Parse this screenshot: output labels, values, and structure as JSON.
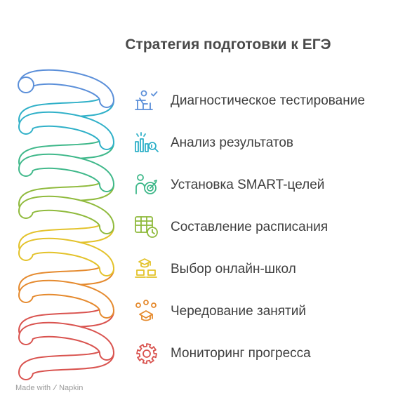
{
  "title": "Стратегия подготовки к ЕГЭ",
  "steps": [
    {
      "label": "Диагностическое тестирование",
      "icon": "student-desk-check-icon",
      "color": "#5b8fd9"
    },
    {
      "label": "Анализ результатов",
      "icon": "bar-chart-magnifier-icon",
      "color": "#2fb0c8"
    },
    {
      "label": "Установка SMART-целей",
      "icon": "person-target-icon",
      "color": "#3fb88a"
    },
    {
      "label": "Составление расписания",
      "icon": "calendar-clock-icon",
      "color": "#8fba3c"
    },
    {
      "label": "Выбор онлайн-школ",
      "icon": "graduation-laptop-icon",
      "color": "#e3c22a"
    },
    {
      "label": "Чередование занятий",
      "icon": "people-graduation-cap-icon",
      "color": "#e58a2e"
    },
    {
      "label": "Мониторинг прогресса",
      "icon": "gear-icon",
      "color": "#d9534f"
    }
  ],
  "footer": {
    "made_with": "Made with",
    "brand": "Napkin"
  }
}
